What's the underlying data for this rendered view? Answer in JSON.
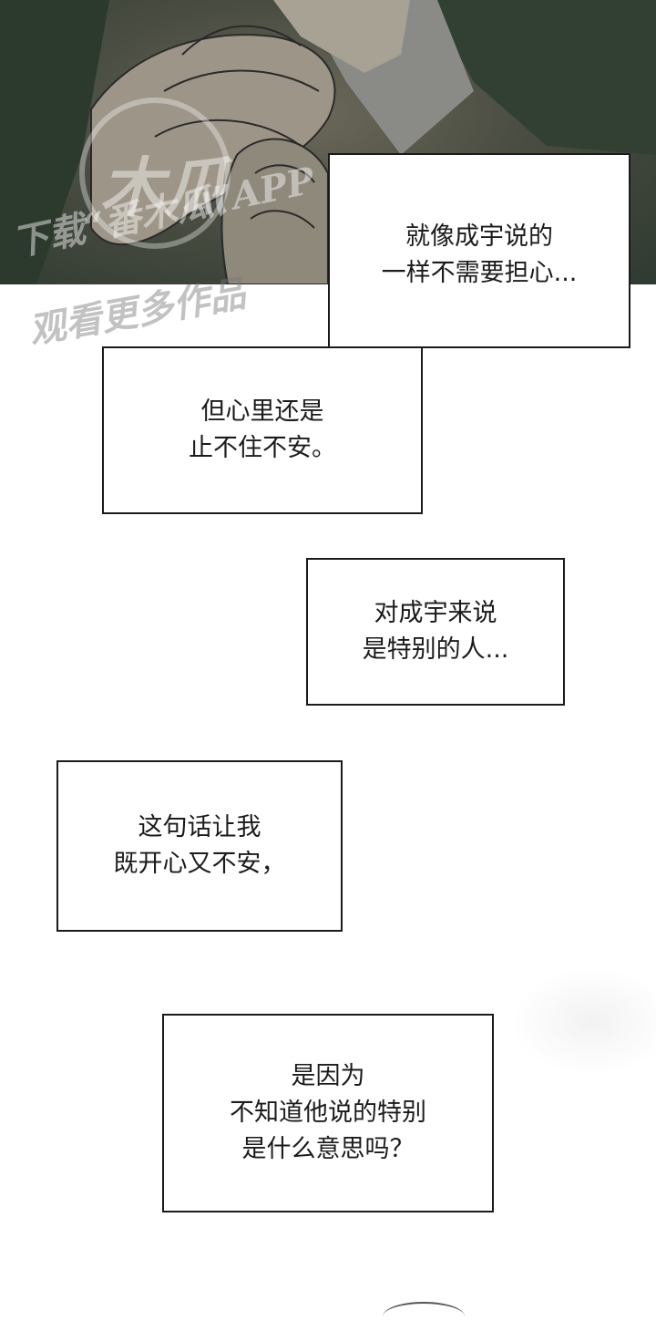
{
  "watermark": {
    "line1": "下载“番木瓜”APP",
    "line2": "观看更多作品",
    "logo_text": "木瓜"
  },
  "captions": [
    {
      "lines": [
        "就像成宇说的",
        "一样不需要担心..."
      ]
    },
    {
      "lines": [
        "但心里还是",
        "止不住不安。"
      ]
    },
    {
      "lines": [
        "对成宇来说",
        "是特别的人..."
      ]
    },
    {
      "lines": [
        "这句话让我",
        "既开心又不安，"
      ]
    },
    {
      "lines": [
        "是因为",
        "不知道他说的特别",
        "是什么意思吗？"
      ]
    }
  ],
  "colors": {
    "panel_dark": "#2f3a30",
    "panel_mid": "#6e6a5c",
    "border": "#1b1b1b"
  }
}
